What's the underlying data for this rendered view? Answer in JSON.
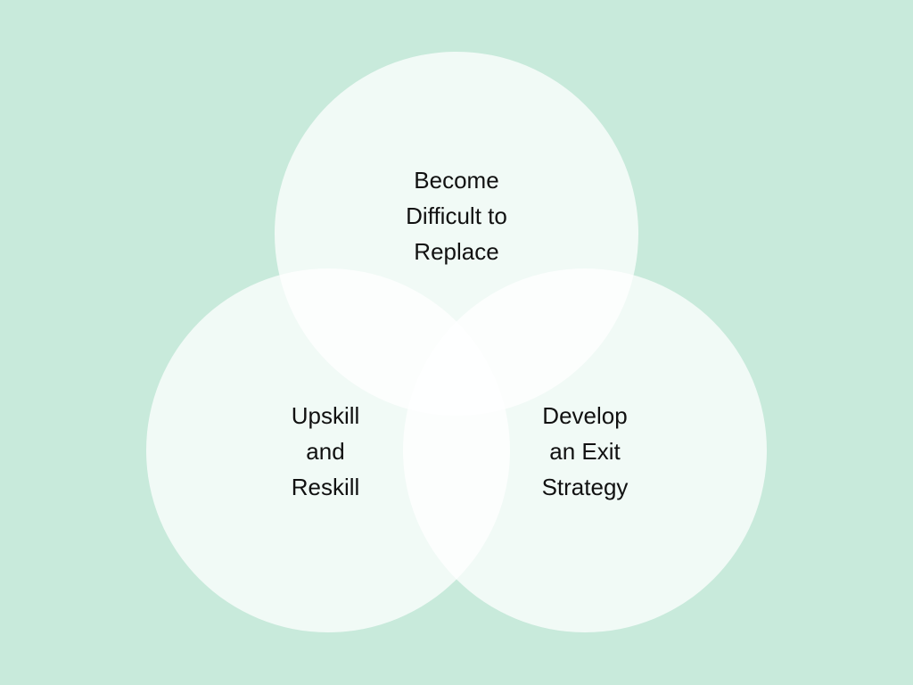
{
  "colors": {
    "background": "#c8eadb",
    "circle_fill": "#ffffff"
  },
  "diagram": {
    "type": "venn",
    "sets": [
      {
        "lines": [
          "Become",
          "Difficult to",
          "Replace"
        ]
      },
      {
        "lines": [
          "Upskill",
          "and",
          "Reskill"
        ]
      },
      {
        "lines": [
          "Develop",
          "an Exit",
          "Strategy"
        ]
      }
    ]
  }
}
